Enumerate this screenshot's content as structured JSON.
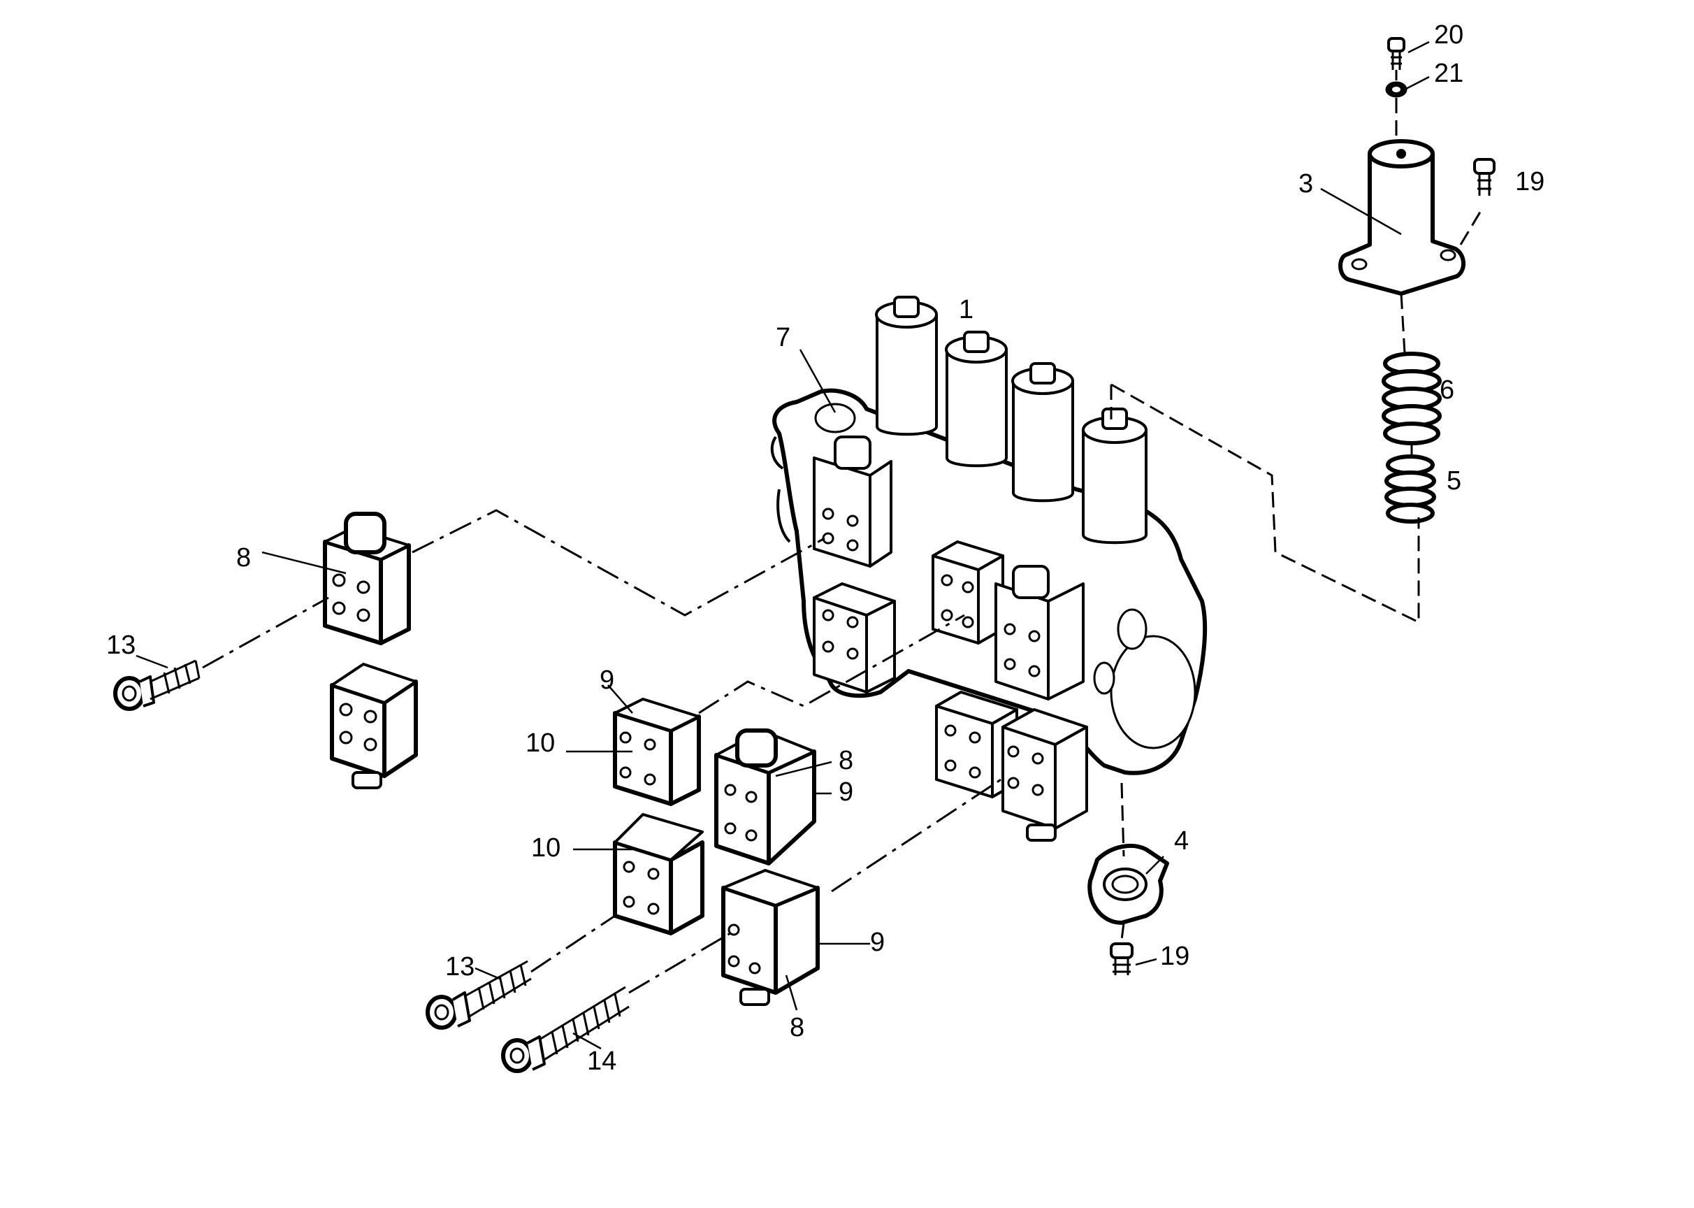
{
  "callouts": [
    {
      "id": "c1",
      "text": "1"
    },
    {
      "id": "c3",
      "text": "3"
    },
    {
      "id": "c4",
      "text": "4"
    },
    {
      "id": "c5",
      "text": "5"
    },
    {
      "id": "c6",
      "text": "6"
    },
    {
      "id": "c7",
      "text": "7"
    },
    {
      "id": "c8a",
      "text": "8"
    },
    {
      "id": "c8b",
      "text": "8"
    },
    {
      "id": "c8c",
      "text": "8"
    },
    {
      "id": "c9a",
      "text": "9"
    },
    {
      "id": "c9b",
      "text": "9"
    },
    {
      "id": "c9c",
      "text": "9"
    },
    {
      "id": "c10a",
      "text": "10"
    },
    {
      "id": "c10b",
      "text": "10"
    },
    {
      "id": "c13a",
      "text": "13"
    },
    {
      "id": "c13b",
      "text": "13"
    },
    {
      "id": "c14",
      "text": "14"
    },
    {
      "id": "c19a",
      "text": "19"
    },
    {
      "id": "c19b",
      "text": "19"
    },
    {
      "id": "c20",
      "text": "20"
    },
    {
      "id": "c21",
      "text": "21"
    }
  ]
}
